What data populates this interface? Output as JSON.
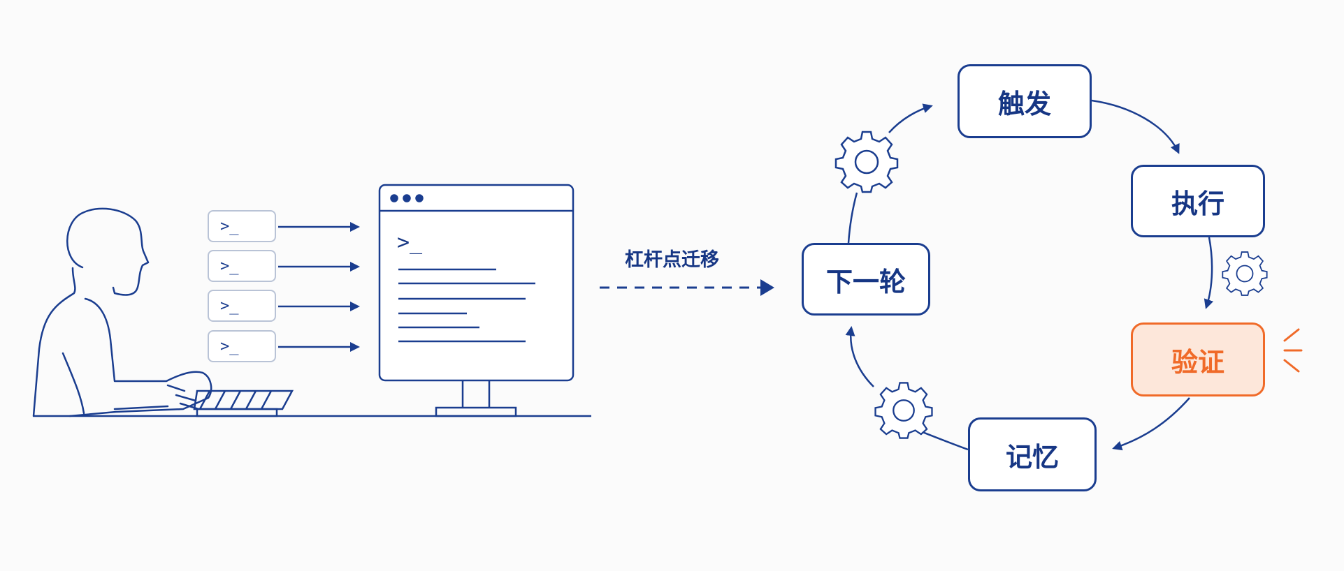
{
  "prompts": [
    ">_",
    ">_",
    ">_",
    ">_"
  ],
  "screen_prompt": ">_",
  "transfer_label": "杠杆点迁移",
  "cycle": {
    "trigger": "触发",
    "execute": "执行",
    "verify": "验证",
    "memory": "记忆",
    "next_round": "下一轮"
  },
  "colors": {
    "line": "#1a3d8f",
    "accent": "#f06a28",
    "accent_fill": "#fde7da",
    "muted_border": "#b9c3d6"
  },
  "icons": [
    "person-icon",
    "keyboard-icon",
    "monitor-icon",
    "gear-icon",
    "alert-rays-icon"
  ]
}
